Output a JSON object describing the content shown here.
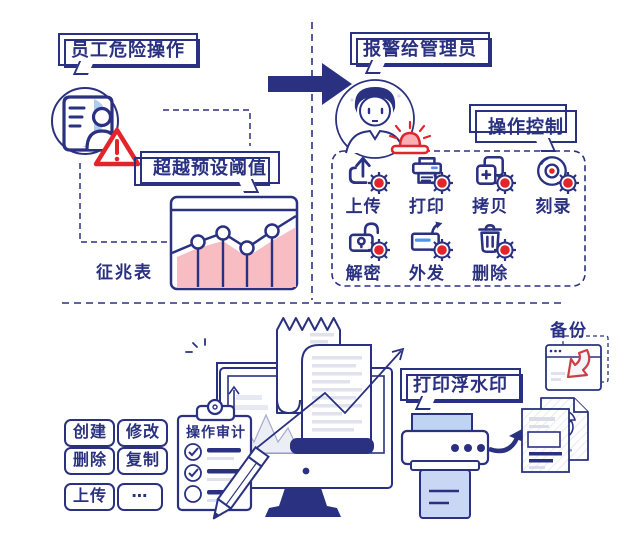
{
  "diagram": {
    "left": {
      "bubble_risk": "员工危险操作",
      "bubble_threshold": "超越预设阈值",
      "chart_caption": "征兆表"
    },
    "right": {
      "bubble_alert": "报警给管理员",
      "bubble_control": "操作控制",
      "controls": [
        {
          "label": "上传",
          "icon": "upload-icon"
        },
        {
          "label": "打印",
          "icon": "print-icon"
        },
        {
          "label": "拷贝",
          "icon": "copy-icon"
        },
        {
          "label": "刻录",
          "icon": "burn-icon"
        },
        {
          "label": "解密",
          "icon": "unlock-icon"
        },
        {
          "label": "外发",
          "icon": "send-out-icon"
        },
        {
          "label": "删除",
          "icon": "delete-icon"
        }
      ]
    },
    "bottom": {
      "tags": [
        "创建",
        "修改",
        "删除",
        "复制",
        "上传",
        "⋯"
      ],
      "audit_title": "操作审计",
      "bubble_watermark": "打印浮水印",
      "backup_label": "备份"
    },
    "colors": {
      "navy": "#2A3180",
      "red": "#E2252B",
      "pink": "#F7BDC3",
      "light_blue": "#BFD4F2",
      "gray_line": "#E0E3EE"
    }
  }
}
